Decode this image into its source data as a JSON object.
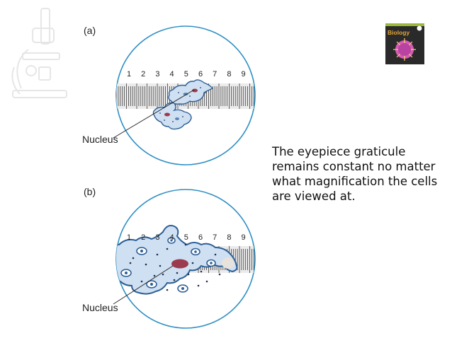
{
  "panel_a": {
    "label": "(a)",
    "nucleus_label": "Nucleus"
  },
  "panel_b": {
    "label": "(b)",
    "nucleus_label": "Nucleus"
  },
  "graticule": {
    "numbers": [
      "1",
      "2",
      "3",
      "4",
      "5",
      "6",
      "7",
      "8",
      "9"
    ]
  },
  "book_cover": {
    "title": "Biology"
  },
  "caption": {
    "lines": [
      "The eyepiece graticule",
      "remains constant no matter",
      "what magnification the cells",
      "are viewed at."
    ]
  },
  "colors": {
    "circle": "#2f8fc4",
    "cell_fill": "#cfe0f2",
    "cell_outline": "#2e5f95",
    "nucleus": "#9c3a4e",
    "scale_gray": "#b9b9b9",
    "book_bg": "#2a2a2a",
    "book_virus": "#d95ab8"
  }
}
